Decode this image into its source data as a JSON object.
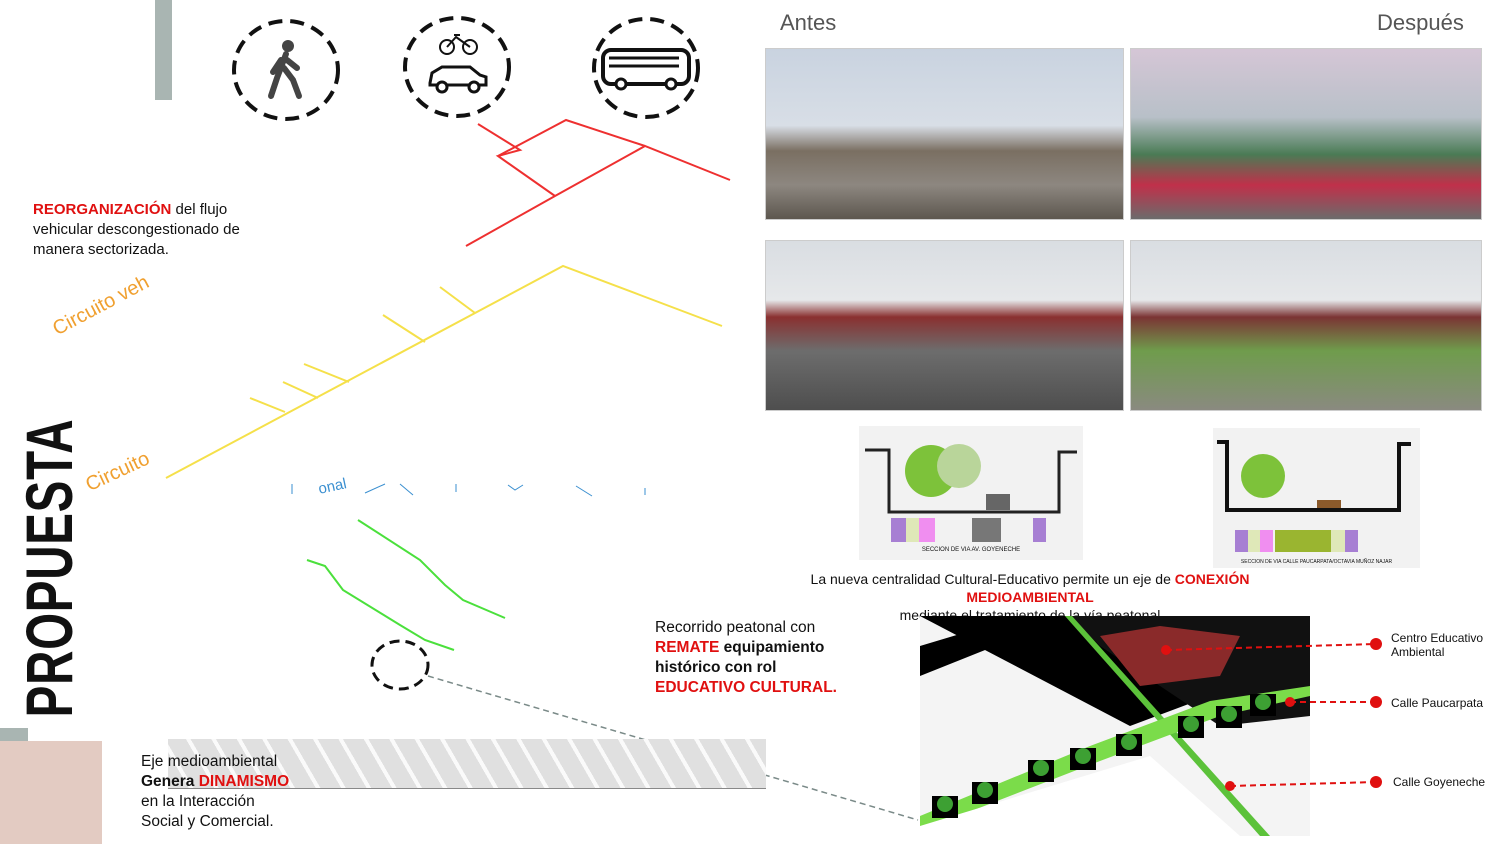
{
  "title": "PROPUESTA",
  "comparison": {
    "before_label": "Antes",
    "after_label": "Después"
  },
  "reorganizacion": {
    "highlight": "REORGANIZACIÓN",
    "text": " del flujo vehicular descongestionado de manera sectorizada."
  },
  "map_labels": {
    "circuit_1": "Circuito veh",
    "circuit_2": "Circuito",
    "peatonal_fragment": "onal"
  },
  "sections": {
    "left_caption": "SECCION DE VIA AV. GOYENECHE",
    "right_caption": "SECCION DE VIA CALLE PAUCARPATA/OCTAVIA MUÑOZ NAJAR",
    "description_prefix": "La nueva centralidad Cultural-Educativo  permite un eje de ",
    "description_highlight": "CONEXIÓN MEDIOAMBIENTAL",
    "description_suffix": "mediante el tratamiento de la vía peatonal"
  },
  "recorrido": {
    "line1": "Recorrido peatonal  con",
    "highlight1": "REMATE",
    "line2": " equipamiento",
    "line3": "histórico con rol",
    "highlight2": "EDUCATIVO CULTURAL."
  },
  "eje": {
    "line1": "Eje medioambiental",
    "bold": "Genera ",
    "highlight": "DINAMISMO",
    "line3": "en la Interacción",
    "line4": "Social y Comercial."
  },
  "callouts": [
    "Centro Educativo Ambiental",
    "Calle Paucarpata",
    "Calle Goyeneche"
  ],
  "icons": [
    "pedestrian-icon",
    "bicycle-car-icon",
    "bus-icon"
  ],
  "colors": {
    "accent_red": "#e01010",
    "yellow_route": "#f5e04a",
    "green_route": "#4be03c",
    "orange_label": "#f0a030",
    "pink_block": "#e3cbc2",
    "gray_block": "#a9b5b2"
  }
}
